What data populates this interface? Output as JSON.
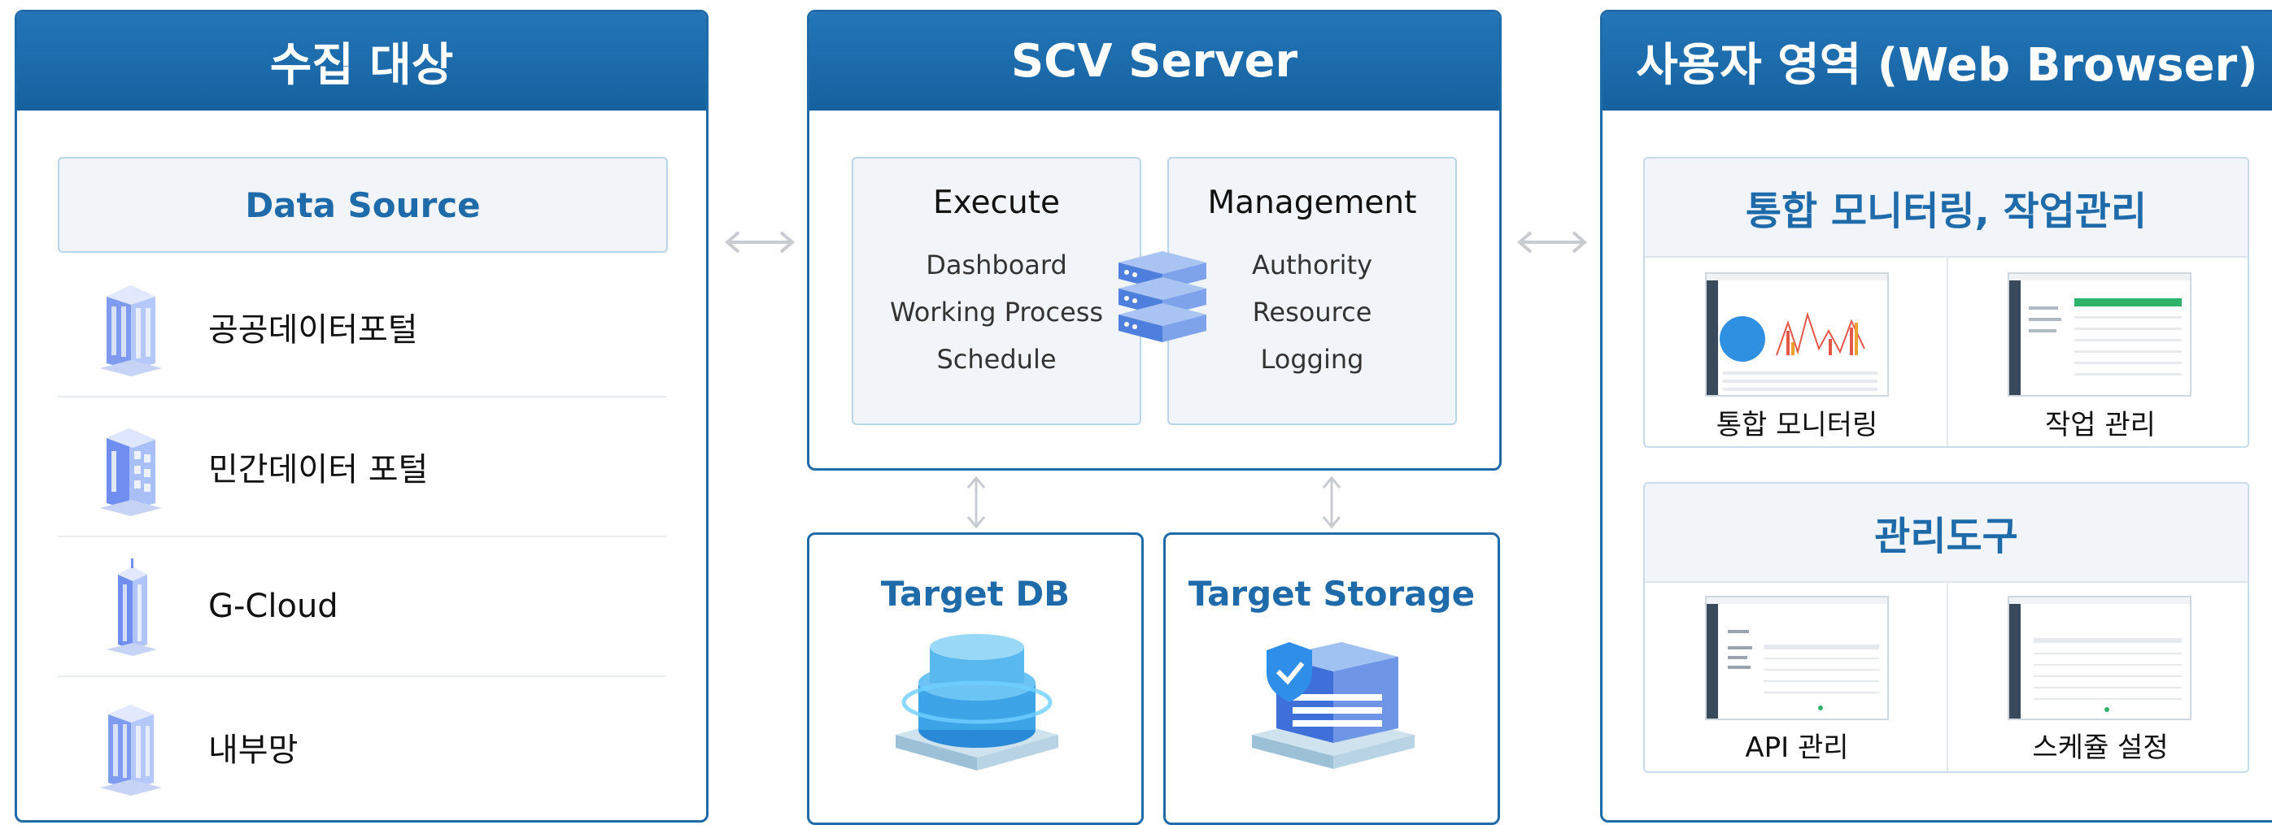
{
  "left_panel": {
    "title": "수집 대상",
    "data_source_label": "Data Source",
    "sources": [
      {
        "label": "공공데이터포털",
        "icon": "building-icon"
      },
      {
        "label": "민간데이터 포털",
        "icon": "building-icon"
      },
      {
        "label": "G-Cloud",
        "icon": "tower-icon"
      },
      {
        "label": "내부망",
        "icon": "building-icon"
      }
    ]
  },
  "middle_panel": {
    "title": "SCV Server",
    "execute": {
      "title": "Execute",
      "items": [
        "Dashboard",
        "Working Process",
        "Schedule"
      ]
    },
    "management": {
      "title": "Management",
      "items": [
        "Authority",
        "Resource",
        "Logging"
      ]
    },
    "server_icon": "server-rack-icon"
  },
  "targets": {
    "db": {
      "title": "Target DB",
      "icon": "database-icon"
    },
    "storage": {
      "title": "Target Storage",
      "icon": "storage-shield-icon"
    }
  },
  "right_panel": {
    "title": "사용자 영역 (Web Browser)",
    "monitoring_card": {
      "title": "통합 모니터링, 작업관리",
      "items": [
        "통합 모니터링",
        "작업 관리"
      ]
    },
    "admin_card": {
      "title": "관리도구",
      "items": [
        "API 관리",
        "스케쥴 설정"
      ]
    }
  },
  "colors": {
    "accent": "#1f6aa9",
    "header": "#2476b8",
    "arrow": "#c8ccd0",
    "box_fill": "#f1f5f9"
  }
}
